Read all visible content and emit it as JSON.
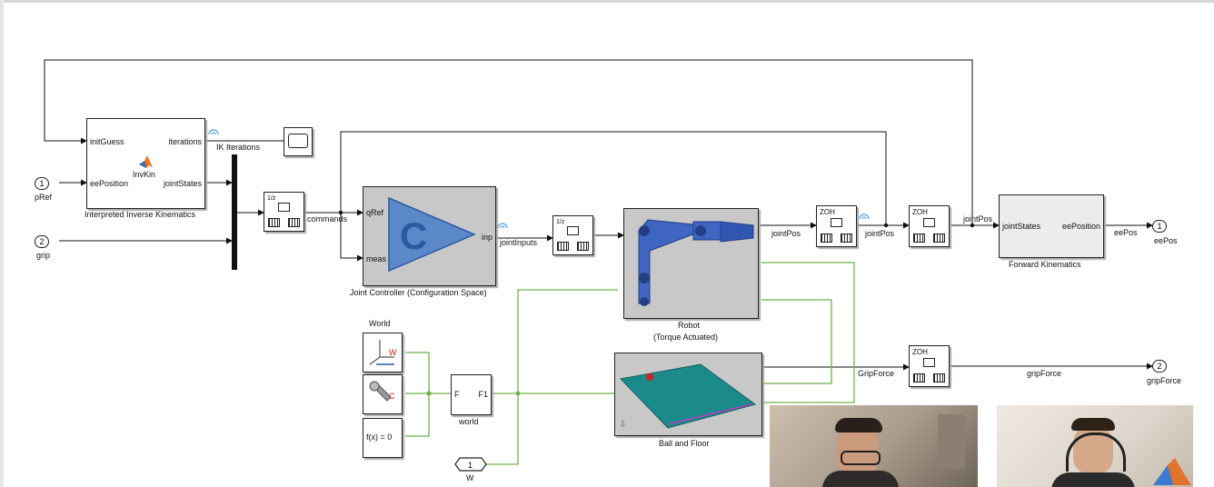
{
  "diagram": {
    "inports": [
      {
        "id": "pRef",
        "num": "1",
        "name": "pRef"
      },
      {
        "id": "grip",
        "num": "2",
        "name": "grip"
      },
      {
        "id": "W",
        "num": "1",
        "name": "W"
      }
    ],
    "outports": [
      {
        "id": "eePos",
        "num": "1",
        "name": "eePos"
      },
      {
        "id": "gripForce",
        "num": "2",
        "name": "gripForce"
      }
    ],
    "blocks": {
      "ik": {
        "label": "Interpreted Inverse Kinematics",
        "core": "InvKin",
        "ports_in": [
          "initGuess",
          "eePosition"
        ],
        "ports_out": [
          "iterations",
          "jointStates"
        ]
      },
      "controller": {
        "label": "Joint Controller (Configuration Space)",
        "ports_in": [
          "qRef",
          "meas"
        ],
        "ports_out": [
          "inp"
        ],
        "glyph": "C"
      },
      "robot": {
        "label_1": "Robot",
        "label_2": "(Torque Actuated)"
      },
      "fk": {
        "label": "Forward Kinematics",
        "ports_in": [
          "jointStates"
        ],
        "ports_out": [
          "eePosition"
        ]
      },
      "ball": {
        "label": "Ball and Floor"
      },
      "world_group": {
        "title": "World",
        "solver": "f(x) = 0",
        "subsystem_label": "world",
        "subsystem_in": "F",
        "subsystem_out": "F1"
      },
      "delay": {
        "text": "1/z"
      },
      "zoh": {
        "text": "ZOH"
      }
    },
    "signals": {
      "ik_iterations": "IK Iterations",
      "commands": "commands",
      "jointInputs": "jointInputs",
      "jointPos": "jointPos",
      "GripForce": "GripForce",
      "gripForce": "gripForce",
      "eePos": "eePos"
    }
  }
}
